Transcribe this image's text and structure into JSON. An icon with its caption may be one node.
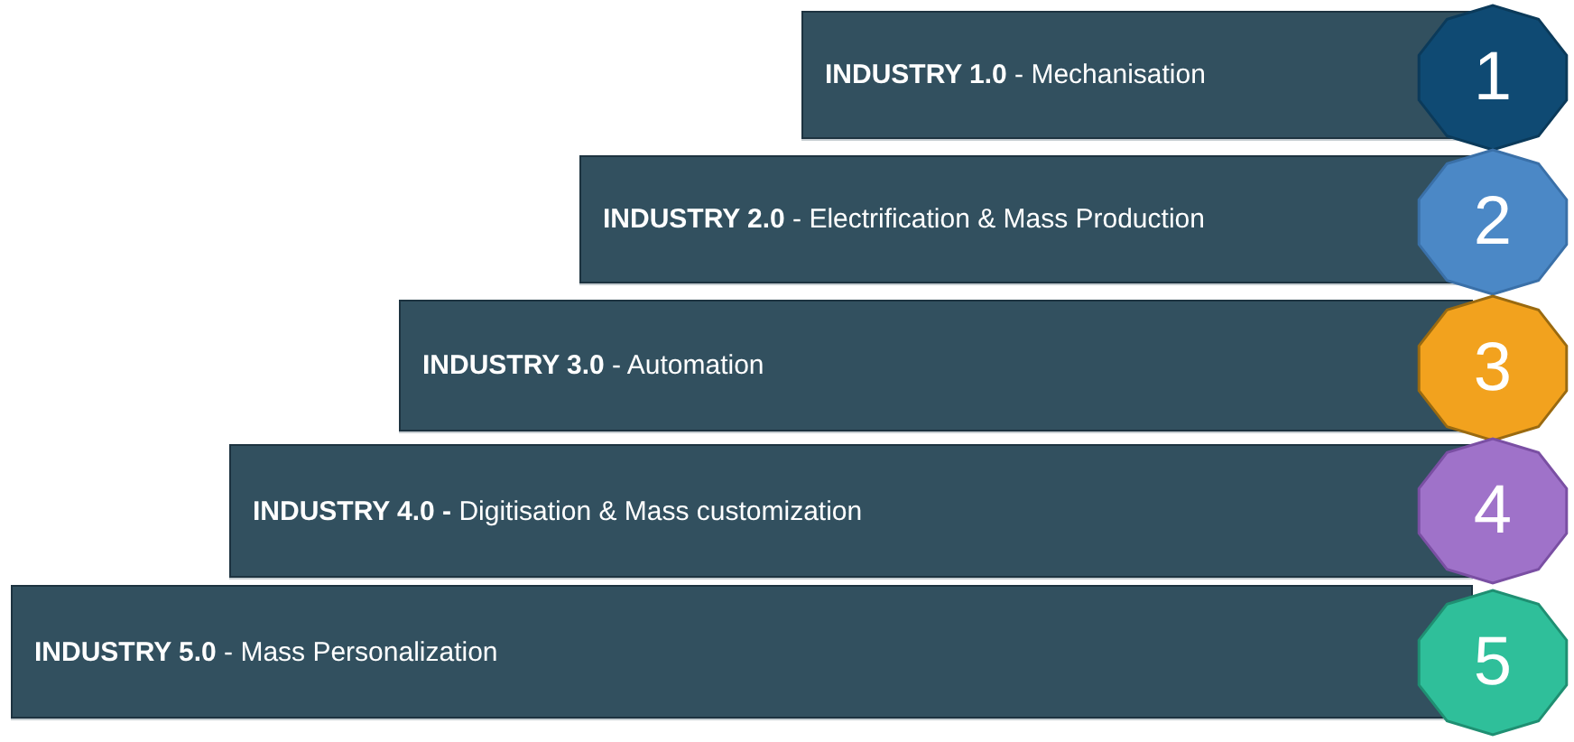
{
  "diagram": {
    "nodes": [
      {
        "text": [
          "**INDUSTRY 1.0** - Mechanisation"
        ]
      },
      {
        "text": [
          "1"
        ]
      },
      {
        "text": [
          "**INDUSTRY 2.0** - Electrification & Mass Production"
        ]
      },
      {
        "text": [
          "2"
        ]
      },
      {
        "text": [
          "**INDUSTRY 3.0** - Automation"
        ]
      },
      {
        "text": [
          "3"
        ]
      },
      {
        "text": [
          "**INDUSTRY 4.0 -** Digitisation & Mass customization"
        ]
      },
      {
        "text": [
          "4"
        ]
      },
      {
        "text": [
          "**INDUSTRY 5.0** - Mass Personalization"
        ]
      },
      {
        "text": [
          "5"
        ]
      }
    ]
  }
}
